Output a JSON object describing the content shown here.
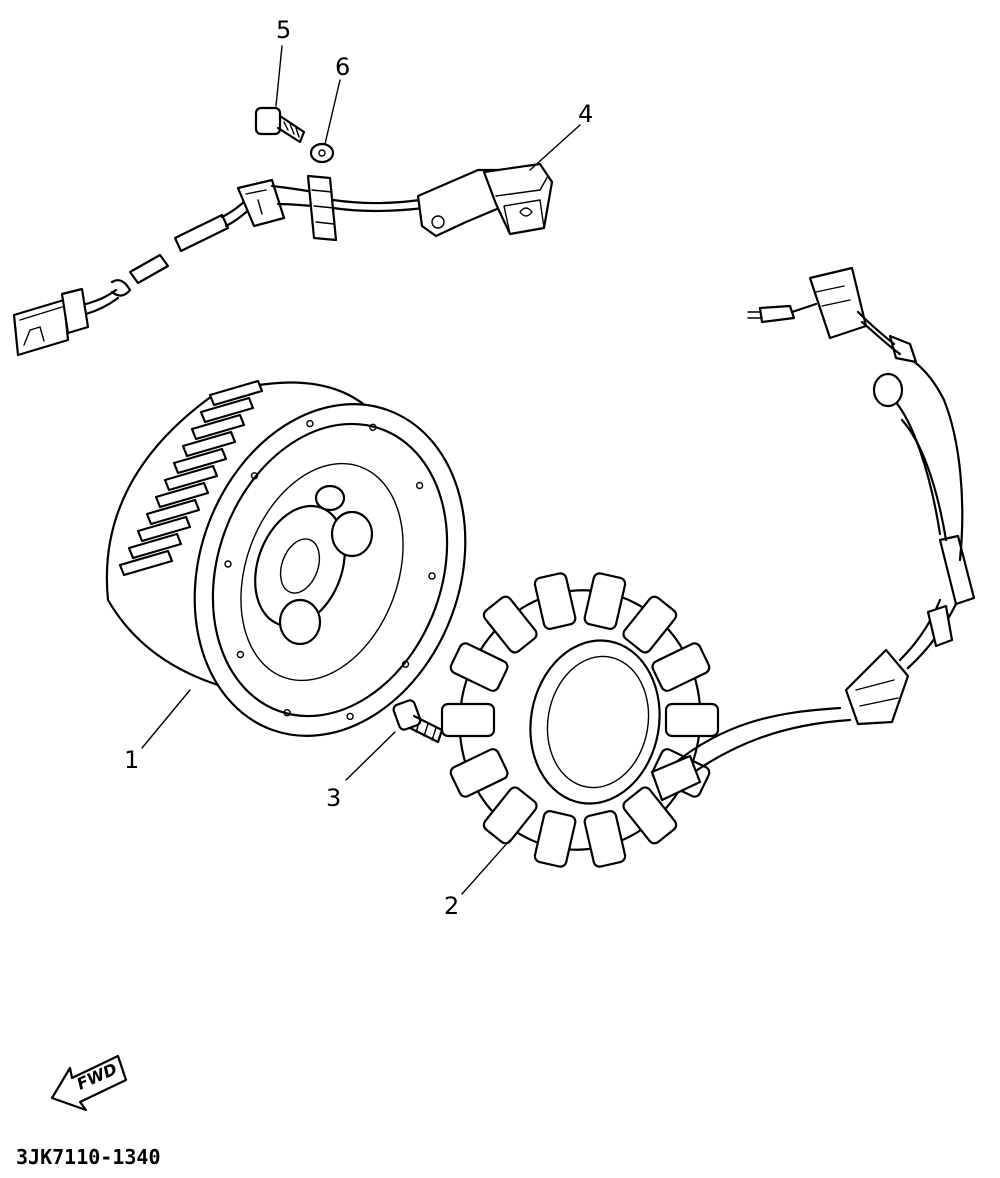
{
  "diagram": {
    "part_labels": [
      {
        "id": "1",
        "text": "1"
      },
      {
        "id": "2",
        "text": "2"
      },
      {
        "id": "3",
        "text": "3"
      },
      {
        "id": "4",
        "text": "4"
      },
      {
        "id": "5",
        "text": "5"
      },
      {
        "id": "6",
        "text": "6"
      }
    ],
    "direction_arrow": "FWD",
    "drawing_code": "3JK7110-1340"
  }
}
